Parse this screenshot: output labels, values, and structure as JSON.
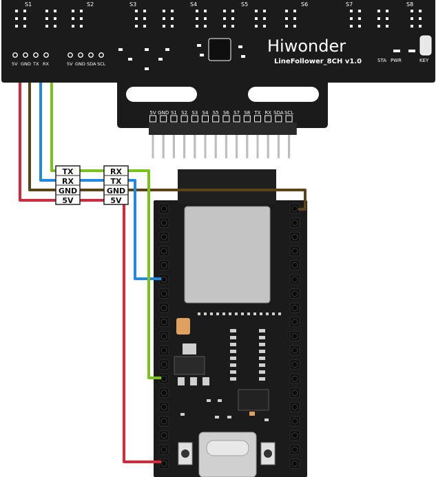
{
  "board": {
    "brand": "Hiwonder",
    "model": "LineFollower_8CH v1.0",
    "sensor_labels": [
      "S1",
      "S2",
      "S3",
      "S4",
      "S5",
      "S6",
      "S7",
      "S8"
    ],
    "left_header_a": [
      "5V",
      "GND",
      "TX",
      "RX"
    ],
    "left_header_b": [
      "5V",
      "GND",
      "SDA",
      "SCL"
    ],
    "bottom_header": [
      "5V",
      "GND",
      "S1",
      "S2",
      "S3",
      "S4",
      "S5",
      "S6",
      "S7",
      "S8",
      "TX",
      "RX",
      "SDA",
      "SCL"
    ],
    "status_labels": [
      "STA",
      "PWR"
    ],
    "key_label": "KEY"
  },
  "connector_left": [
    "TX",
    "RX",
    "GND",
    "5V"
  ],
  "connector_right": [
    "RX",
    "TX",
    "GND",
    "5V"
  ],
  "wire_colors": {
    "red": "#d9263a",
    "brown": "#5a4418",
    "blue": "#2188e3",
    "green": "#79c41c"
  },
  "colors": {
    "pcb": "#1b1b1b",
    "pcb_light": "#262626",
    "silk": "#ffffff",
    "module_shield": "#c4c4c4",
    "usb": "#d0d0d0"
  }
}
